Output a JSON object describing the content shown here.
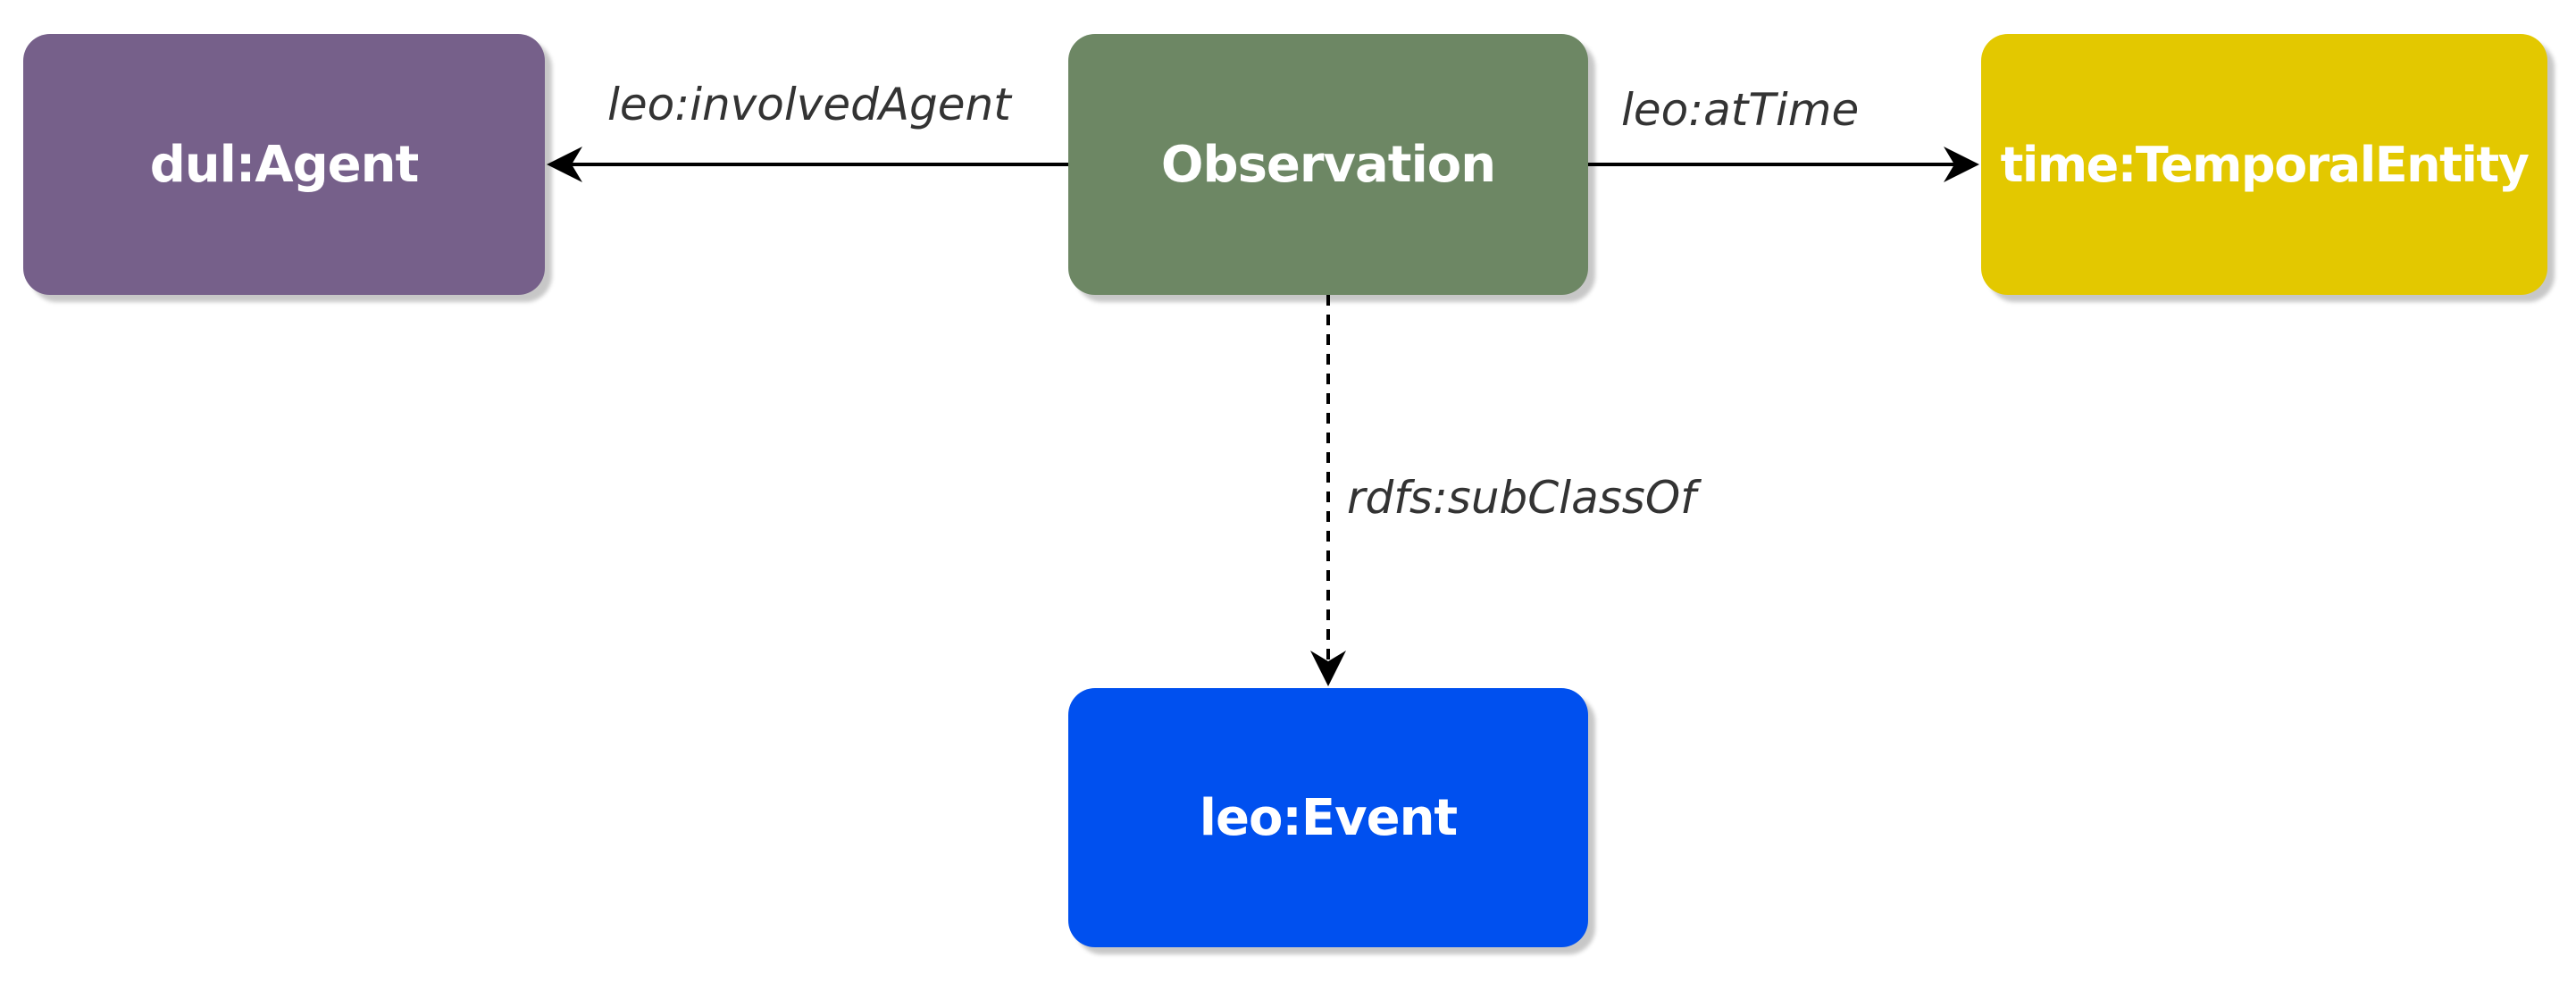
{
  "nodes": {
    "agent": {
      "label": "dul:Agent",
      "color": "#76608a"
    },
    "observation": {
      "label": "Observation",
      "color": "#6d8764"
    },
    "temporal": {
      "label": "time:TemporalEntity",
      "color": "#e3c800"
    },
    "event": {
      "label": "leo:Event",
      "color": "#0050ef"
    }
  },
  "edges": {
    "involved_agent": {
      "label": "leo:involvedAgent",
      "from": "Observation",
      "to": "dul:Agent",
      "style": "solid"
    },
    "at_time": {
      "label": "leo:atTime",
      "from": "Observation",
      "to": "time:TemporalEntity",
      "style": "solid"
    },
    "subclass_of": {
      "label": "rdfs:subClassOf",
      "from": "Observation",
      "to": "leo:Event",
      "style": "dashed"
    }
  }
}
